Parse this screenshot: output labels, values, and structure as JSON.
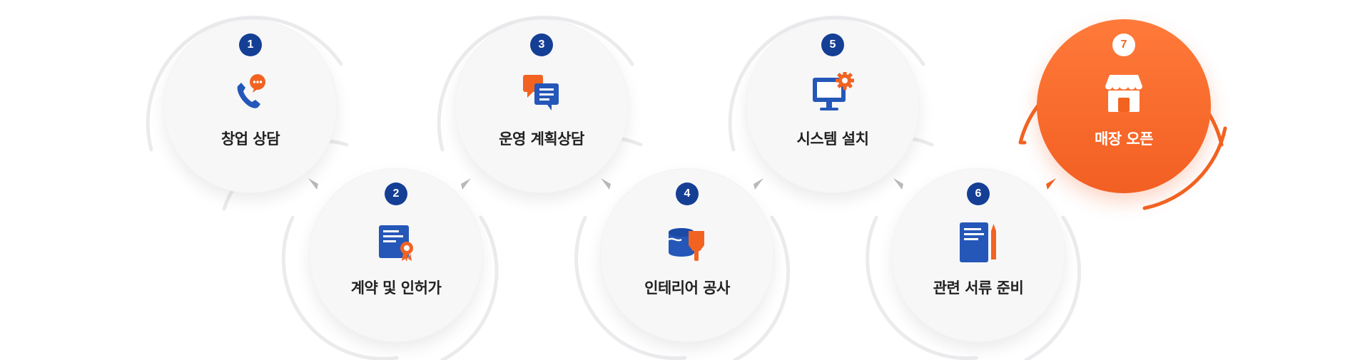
{
  "colors": {
    "navy": "#143f95",
    "blue": "#2557b8",
    "orange": "#f26322",
    "ring": "#e9e9ec",
    "arrow": "#b9b9bd"
  },
  "steps": [
    {
      "number": "1",
      "label": "창업 상담",
      "icon": "phone-chat-icon"
    },
    {
      "number": "2",
      "label": "계약 및 인허가",
      "icon": "certificate-icon"
    },
    {
      "number": "3",
      "label": "운영 계획상담",
      "icon": "consultation-bubbles-icon"
    },
    {
      "number": "4",
      "label": "인테리어 공사",
      "icon": "paint-interior-icon"
    },
    {
      "number": "5",
      "label": "시스템 설치",
      "icon": "monitor-gear-icon"
    },
    {
      "number": "6",
      "label": "관련 서류 준비",
      "icon": "document-pencil-icon"
    },
    {
      "number": "7",
      "label": "매장 오픈",
      "icon": "store-icon"
    }
  ]
}
